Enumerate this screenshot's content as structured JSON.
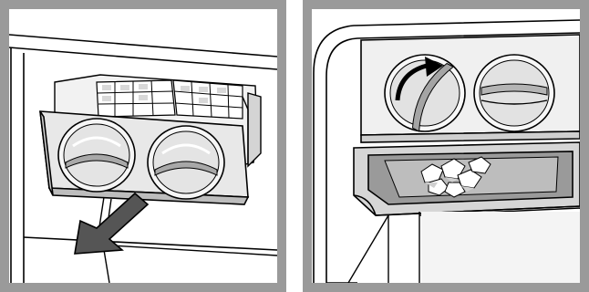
{
  "illustrations": [
    {
      "id": "remove-ice-tray",
      "depicts": [
        "ice-tray-drawer",
        "ice-cube-tray",
        "round-twist-knob",
        "round-twist-knob",
        "pull-direction-arrow"
      ]
    },
    {
      "id": "twist-knob-release-ice",
      "depicts": [
        "twist-knob-with-arrow",
        "twist-knob",
        "ice-bin",
        "ice-cubes"
      ]
    }
  ],
  "colors": {
    "frame": "#9a9a9a",
    "line": "#000000",
    "shade_light": "#e6e6e6",
    "shade_mid": "#c8c8c8",
    "shade_dark": "#8a8a8a",
    "arrow_fill": "#555555"
  },
  "icons": {
    "pull_arrow": "arrow-down-left-icon",
    "rotate_arrow": "rotate-clockwise-icon"
  }
}
